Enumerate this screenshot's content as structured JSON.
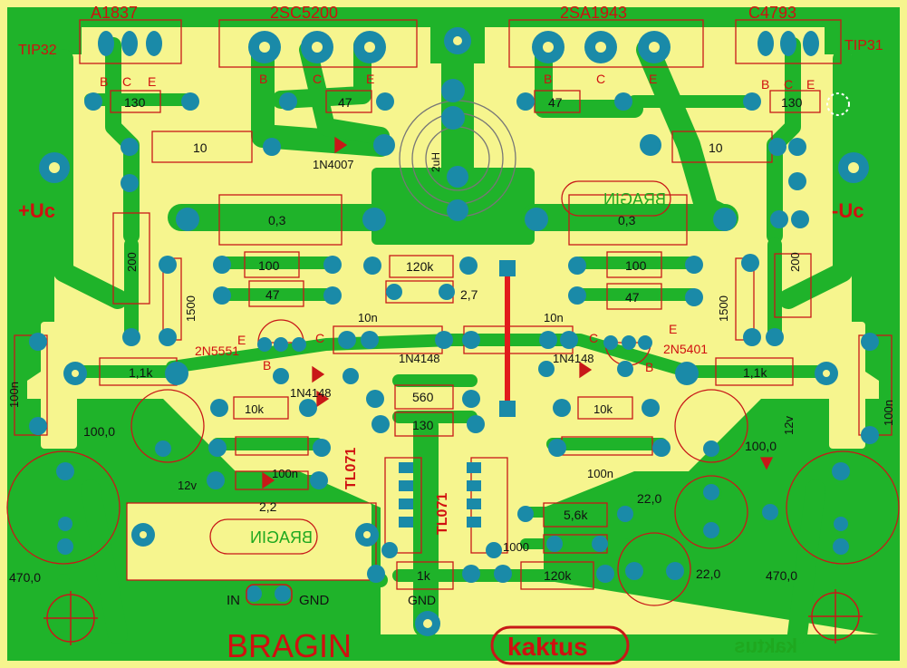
{
  "title": "BRAGIN",
  "brand_oval": "kaktus",
  "brand_mirrored": "kaktus",
  "bragin_mirror_1": "BRAGIN",
  "bragin_mirror_2": "BRAGIN",
  "transistors": {
    "a1837": "A1837",
    "tip32": "TIP32",
    "c5200": "2SC5200",
    "a1943": "2SA1943",
    "c4793": "C4793",
    "tip31": "TIP31",
    "n5551": "2N5551",
    "n5401": "2N5401"
  },
  "pins": {
    "b": "B",
    "c": "C",
    "e": "E"
  },
  "supply": {
    "plus": "+Uc",
    "minus": "-Uc"
  },
  "resistors": {
    "r130a": "130",
    "r47a": "47",
    "r47b": "47",
    "r130b": "130",
    "r10a": "10",
    "r10b": "10",
    "r03a": "0,3",
    "r03b": "0,3",
    "r200a": "200",
    "r200b": "200",
    "r100a": "100",
    "r100b": "100",
    "r47c": "47",
    "r47d": "47",
    "r120k": "120k",
    "r11ka": "1,1k",
    "r11kb": "1,1k",
    "r10ka": "10k",
    "r10kb": "10k",
    "r560": "560",
    "r130c": "130",
    "r56k": "5,6k",
    "r120k2": "120k",
    "r1k": "1k"
  },
  "caps": {
    "c1500a": "1500",
    "c1500b": "1500",
    "c10na": "10n",
    "c10nb": "10n",
    "c27": "2,7",
    "c100na": "100n",
    "c100nb": "100n",
    "c100nc": "100n",
    "c100nd": "100n",
    "c1000a": "100,0",
    "c1000b": "100,0",
    "c4700a": "470,0",
    "c4700b": "470,0",
    "c22a": "22,0",
    "c22b": "22,0",
    "c22": "2,2",
    "c1000": "1000"
  },
  "diodes": {
    "d4007": "1N4007",
    "d4148a": "1N4148",
    "d4148b": "1N4148",
    "d4148c": "1N4148",
    "z12a": "12v",
    "z12b": "12v"
  },
  "inductor": "2uH",
  "ic_left": "TL071",
  "ic_right": "TL071",
  "io": {
    "in": "IN",
    "gnd": "GND",
    "gnd2": "GND"
  },
  "colors": {
    "board": "#f6f58e",
    "copper": "#1fb32a",
    "pad": "#1a8aa8",
    "silk": "#c81818",
    "jumper": "#e11b1b"
  }
}
